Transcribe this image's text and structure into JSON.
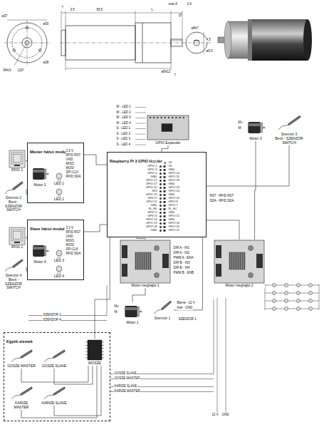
{
  "diagram": {
    "nodes": [
      {
        "text": [
          "Raspberry Pi 3 GPIO Header"
        ]
      },
      {
        "text": [
          "GPIO Expander"
        ]
      },
      {
        "text": [
          "Master hátsó modul"
        ]
      },
      {
        "text": [
          "RFID 1"
        ]
      },
      {
        "text": [
          "Motor 2"
        ],
        "in": 2
      },
      {
        "text": [
          "LED 1"
        ],
        "in": 2
      },
      {
        "text": [
          "LED 2"
        ],
        "in": 2
      },
      {
        "text": [
          "Szenzor 2",
          "Bevit - SZENZOR SWITCH"
        ]
      },
      {
        "text": [
          "Slave hátsó modul"
        ]
      },
      {
        "text": [
          "RFID 2"
        ]
      },
      {
        "text": [
          "Motor 4"
        ],
        "in": 8
      },
      {
        "text": [
          "LED 3"
        ],
        "in": 8
      },
      {
        "text": [
          "LED 4"
        ],
        "in": 8
      },
      {
        "text": [
          "Szenzor 4",
          "Bevit - SZENZOR SWITCH"
        ]
      },
      {
        "text": [
          "Motor meghajtó 1"
        ]
      },
      {
        "text": [
          "Motor meghajtó 2"
        ]
      },
      {
        "text": [
          "Motor 3"
        ]
      },
      {
        "text": [
          "Szenzor 3",
          "Bevit - SZENZOR SWITCH"
        ]
      },
      {
        "text": [
          "Motor 1"
        ]
      },
      {
        "text": [
          "Szenzor 1"
        ]
      },
      {
        "text": [
          "Egyéb elemek"
        ]
      },
      {
        "text": [
          "MOSZE"
        ],
        "in": 20
      },
      {
        "text": [
          "GOSZE MASTER"
        ],
        "in": 20
      },
      {
        "text": [
          "GOSZE SLAVE"
        ],
        "in": 20
      },
      {
        "text": [
          "KARIZE MASTER"
        ],
        "in": 20
      },
      {
        "text": [
          "KARIZE SLAVE"
        ],
        "in": 20
      }
    ],
    "edges": [
      {
        "from": 1,
        "to": 0,
        "arrow": "none"
      },
      {
        "from": 3,
        "to": 2,
        "arrow": "none"
      },
      {
        "from": 9,
        "to": 8,
        "arrow": "none"
      },
      {
        "from": 2,
        "to": 0,
        "arrow": "none"
      },
      {
        "from": 8,
        "to": 0,
        "arrow": "none"
      },
      {
        "from": 0,
        "to": 14,
        "arrow": "none"
      },
      {
        "from": 0,
        "to": 15,
        "arrow": "none"
      },
      {
        "from": 7,
        "to": 2,
        "arrow": "none"
      },
      {
        "from": 13,
        "to": 8,
        "arrow": "none"
      },
      {
        "from": 14,
        "to": 18,
        "arrow": "none"
      },
      {
        "from": 15,
        "to": 16,
        "arrow": "none"
      },
      {
        "from": 17,
        "to": 0,
        "arrow": "none"
      },
      {
        "from": 19,
        "to": 0,
        "arrow": "none"
      },
      {
        "from": 21,
        "to": 0,
        "arrow": "none"
      },
      {
        "from": 22,
        "to": 21,
        "arrow": "none"
      },
      {
        "from": 23,
        "to": 21,
        "arrow": "none"
      },
      {
        "from": 24,
        "to": 21,
        "arrow": "none"
      },
      {
        "from": 25,
        "to": 21,
        "arrow": "none"
      }
    ],
    "labels": [
      "7",
      "3,5",
      "58,5",
      "L",
      "max 8",
      "15",
      "3,4",
      "ø37",
      "ø30",
      "ø28",
      "M4x3",
      "120°",
      "ø8h7",
      "ø5h12",
      "4,5",
      "7",
      "ø5,5",
      "M - LED 1",
      "M - LED 2",
      "M - LED 3",
      "M - LED 4",
      "S - LED 1",
      "S - LED 2",
      "S - LED 3",
      "S - LED 4",
      "3V3",
      "GPIO 2",
      "GPIO 3",
      "GPIO 4",
      "GND",
      "GPIO 17",
      "GPIO 27",
      "GPIO 22",
      "3V3",
      "GPIO 10",
      "GPIO 9",
      "GPIO 11",
      "GND",
      "ID_SD",
      "GPIO 5",
      "GPIO 6",
      "GPIO 13",
      "GPIO 19",
      "GPIO 26",
      "GND",
      "5V",
      "5V",
      "GND",
      "GPIO 14",
      "GPIO 15",
      "GPIO 18",
      "GND",
      "GPIO 23",
      "GPIO 24",
      "GND",
      "GPIO 25",
      "GPIO 8",
      "GPIO 7",
      "ID_SC",
      "GND",
      "GPIO 12",
      "GND",
      "GPIO 16",
      "GPIO 20",
      "GPIO 21",
      "3,3 V",
      "RFID RST",
      "GND",
      "MISO",
      "MOSI",
      "SPI-CLK",
      "RFID SDA",
      "3,3 V",
      "RFID RST",
      "GND",
      "MISO",
      "MOSI",
      "SPI-CLK",
      "RFID SDA",
      "DIR A - IN1",
      "DIR A - IN2",
      "PWM A - ENA",
      "DIR B - IN3",
      "DIR B - IN4",
      "PWM B - ENB",
      "M+",
      "M-",
      "M+",
      "M-",
      "Barna - 12 V",
      "Kék - GND",
      "SZENZOR 2",
      "SZENZOR 4",
      "SZENZOR 1",
      "GOSZE SLAVE",
      "GOSZE MASTER",
      "KARIZE SLAVE",
      "KARIZE MASTER",
      "12 V",
      "GND",
      "RST - RFID RST",
      "SDA - RFID SDA"
    ]
  }
}
